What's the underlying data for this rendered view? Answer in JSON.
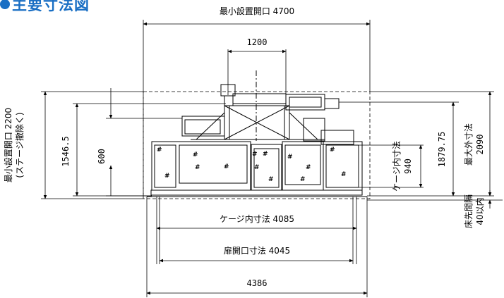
{
  "header": {
    "title": "主要寸法図",
    "accent": "#1a6fc4"
  },
  "dimensions": {
    "min_install_opening_width": "最小設置開口 4700",
    "center_1200": "1200",
    "min_install_opening_height_line1": "最小設置開口 2200",
    "min_install_opening_height_line2": "(ステージ撤除く)",
    "height_1546": "1546.5",
    "height_600": "600",
    "cage_inner_label": "ケージ内寸法",
    "cage_inner_value": "940",
    "height_1879": "1879.75",
    "max_outer_label": "最大外寸法",
    "max_outer_value": "2090",
    "floor_gap_label": "床先間隔",
    "floor_gap_value": "40以内",
    "cage_inner_width": "ケージ内寸法 4085",
    "door_opening_width": "扉開口寸法 4045",
    "overall_width": "4386"
  }
}
